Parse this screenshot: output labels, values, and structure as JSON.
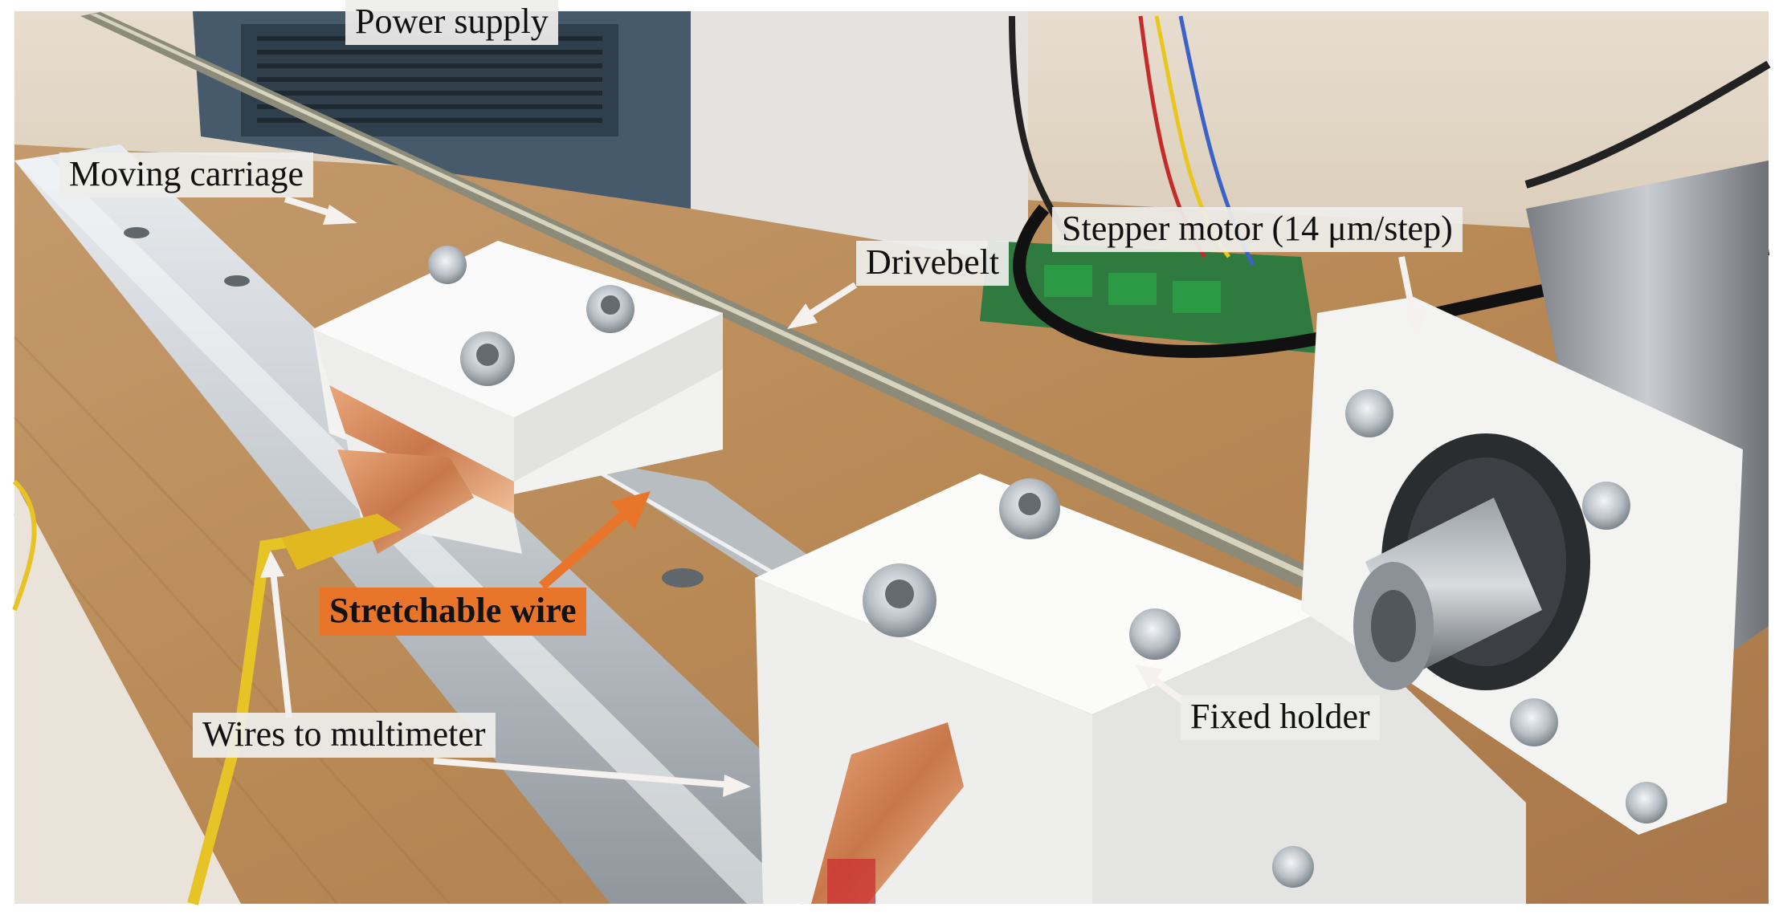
{
  "figure": {
    "description_colors": {
      "arrow_white": "#f4f1ee",
      "arrow_orange": "#e8752a",
      "label_bg": "#eeeeec",
      "highlight_bg": "#e8752a"
    }
  },
  "labels": {
    "power_supply": "Power supply",
    "moving_carriage": "Moving carriage",
    "drivebelt": "Drivebelt",
    "stepper_motor": "Stepper motor (14 μm/step)",
    "stretchable_wire": "Stretchable wire",
    "wires_to_multimeter": "Wires to multimeter",
    "fixed_holder": "Fixed holder"
  }
}
